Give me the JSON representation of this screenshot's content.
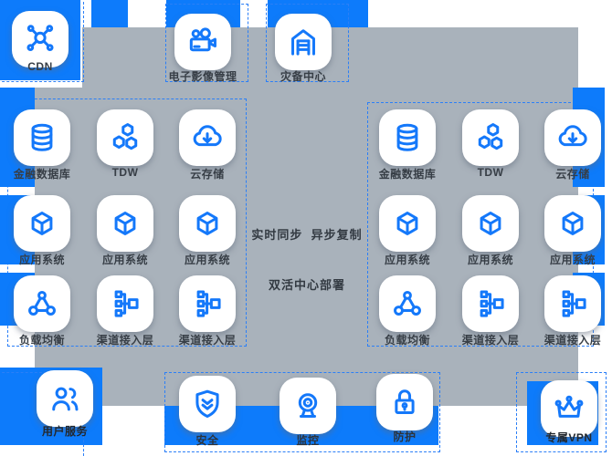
{
  "colors": {
    "brand_blue": "#0d7bfb",
    "panel_gray": "#a9b2bb",
    "icon_blue": "#1478fa",
    "dashed_blue": "#2b7ff7",
    "label_dark": "#373e46"
  },
  "top_row": [
    {
      "label": "CDN",
      "icon": "cdn-icon"
    },
    {
      "label": "电子影像管理",
      "icon": "video-camera-icon"
    },
    {
      "label": "灾备中心",
      "icon": "warehouse-icon"
    }
  ],
  "cluster": {
    "rows": [
      [
        {
          "label": "金融数据库",
          "icon": "database-icon"
        },
        {
          "label": "TDW",
          "icon": "hexagons-icon"
        },
        {
          "label": "云存储",
          "icon": "cloud-download-icon"
        }
      ],
      [
        {
          "label": "应用系统",
          "icon": "cube-icon"
        },
        {
          "label": "应用系统",
          "icon": "cube-icon"
        },
        {
          "label": "应用系统",
          "icon": "cube-icon"
        }
      ],
      [
        {
          "label": "负载均衡",
          "icon": "load-balancer-icon"
        },
        {
          "label": "渠道接入层",
          "icon": "tree-icon"
        },
        {
          "label": "渠道接入层",
          "icon": "tree-icon"
        }
      ]
    ]
  },
  "center": {
    "line1": "实时同步  异步复制",
    "line2": "双活中心部署"
  },
  "bottom_row": [
    {
      "label": "用户服务",
      "icon": "users-icon"
    },
    {
      "label": "安全",
      "icon": "shield-icon"
    },
    {
      "label": "监控",
      "icon": "webcam-icon"
    },
    {
      "label": "防护",
      "icon": "lock-icon"
    },
    {
      "label": "专属VPN",
      "icon": "crown-icon"
    }
  ]
}
